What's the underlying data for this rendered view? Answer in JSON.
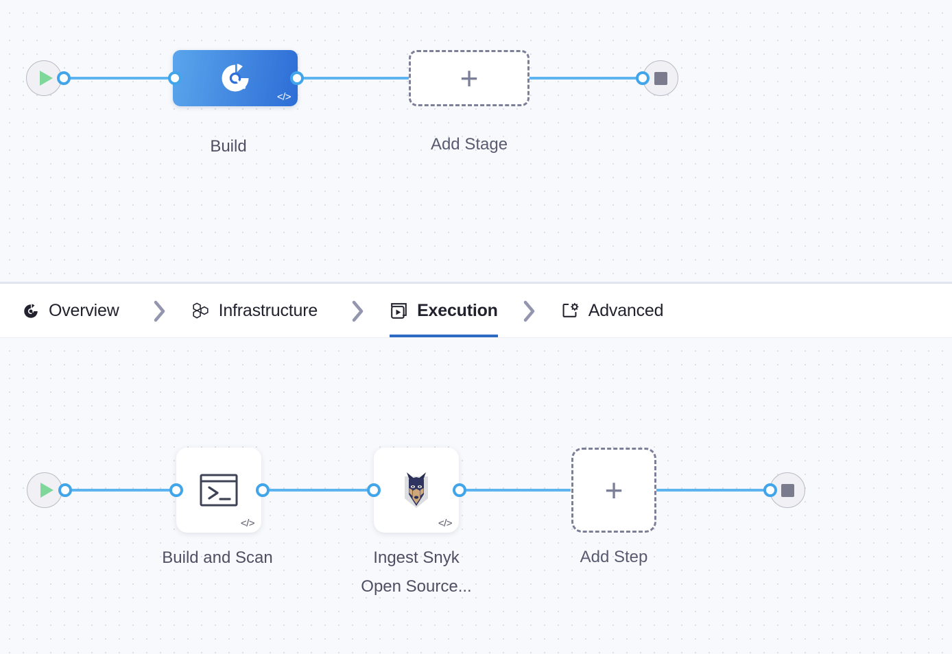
{
  "app": {
    "background_color": "#f8f9fc",
    "accent_color": "#2c6ac4",
    "connector_color": "#5db4f0",
    "port_color": "#42a5ea"
  },
  "stage_canvas": {
    "start_node": {
      "name": "pipeline-start",
      "icon": "play-icon"
    },
    "end_node": {
      "name": "pipeline-end",
      "icon": "stop-icon"
    },
    "stages": [
      {
        "label": "Build",
        "icon": "build-stage-icon",
        "badge": "</>",
        "selected": true
      }
    ],
    "add_stage": {
      "label": "Add Stage",
      "icon": "plus-icon"
    }
  },
  "tabs": [
    {
      "label": "Overview",
      "icon": "build-overview-icon",
      "active": false
    },
    {
      "label": "Infrastructure",
      "icon": "hexagons-icon",
      "active": false
    },
    {
      "label": "Execution",
      "icon": "play-box-icon",
      "active": true
    },
    {
      "label": "Advanced",
      "icon": "square-gear-icon",
      "active": false
    }
  ],
  "tab_separator_icon": "chevron-right-icon",
  "step_canvas": {
    "start_node": {
      "name": "execution-start",
      "icon": "play-icon"
    },
    "end_node": {
      "name": "execution-end",
      "icon": "stop-icon"
    },
    "steps": [
      {
        "label": "Build and Scan",
        "icon": "terminal-icon",
        "badge": "</>"
      },
      {
        "label": "Ingest Snyk\nOpen Source...",
        "icon": "snyk-logo-icon",
        "badge": "</>"
      }
    ],
    "add_step": {
      "label": "Add Step",
      "icon": "plus-icon"
    }
  }
}
